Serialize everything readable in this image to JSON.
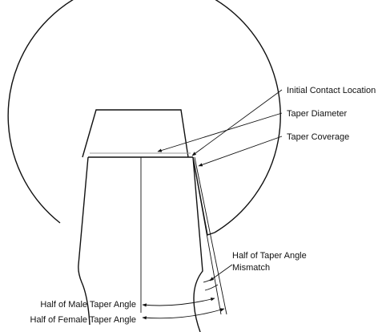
{
  "labels": {
    "initial_contact_location": "Initial Contact Location",
    "taper_diameter": "Taper Diameter",
    "taper_coverage": "Taper Coverage",
    "half_taper_angle_mismatch_line1": "Half of Taper Angle",
    "half_taper_angle_mismatch_line2": "Mismatch",
    "half_male_taper_angle": "Half of Male Taper Angle",
    "half_female_taper_angle": "Half of Female Taper Angle"
  }
}
